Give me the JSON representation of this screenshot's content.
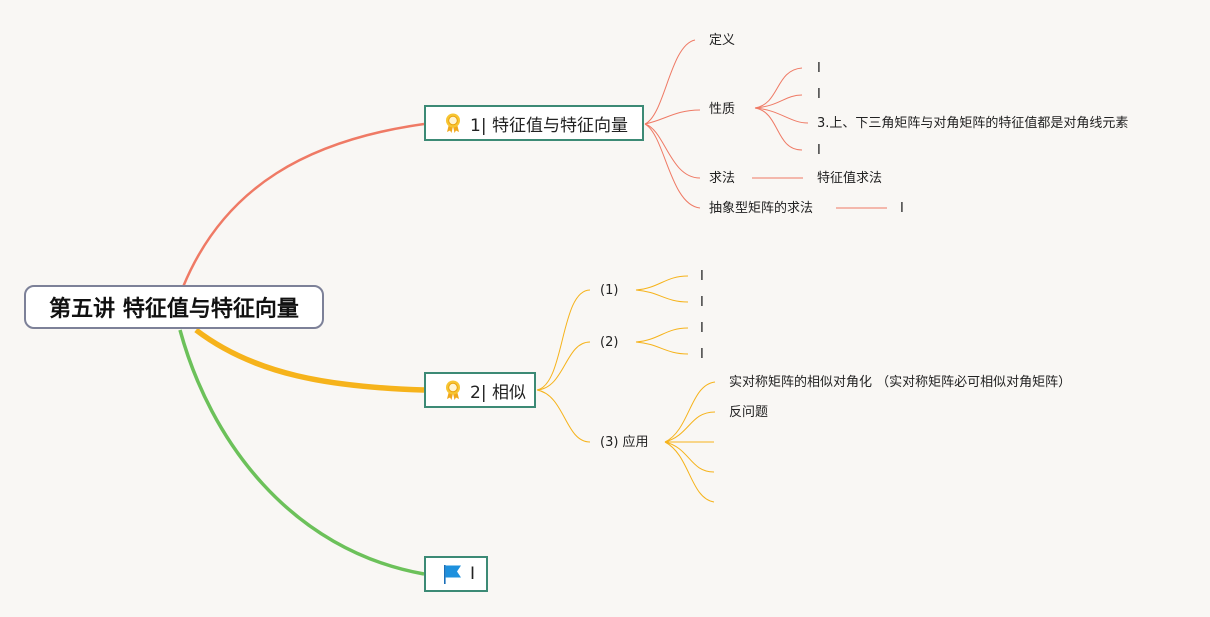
{
  "root": {
    "title": "第五讲 特征值与特征向量"
  },
  "branch1": {
    "label": "1| 特征值与特征向量",
    "icon": "award-ribbon-icon",
    "color": "#ef7a65",
    "children": {
      "definition": "定义",
      "properties": {
        "label": "性质",
        "items": [
          "I",
          "I",
          "3.上、下三角矩阵与对角矩阵的特征值都是对角线元素",
          "I"
        ]
      },
      "method": {
        "label": "求法",
        "child": "特征值求法"
      },
      "abstract": {
        "label": "抽象型矩阵的求法",
        "child": "I"
      }
    }
  },
  "branch2": {
    "label": "2| 相似",
    "icon": "award-ribbon-icon",
    "color": "#f6b31b",
    "children": {
      "sub1": {
        "label": "(1)",
        "items": [
          "I",
          "I"
        ]
      },
      "sub2": {
        "label": "(2)",
        "items": [
          "I",
          "I"
        ]
      },
      "sub3": {
        "label": "(3) 应用",
        "items": [
          "实对称矩阵的相似对角化 （实对称矩阵必可相似对角矩阵）",
          "反问题",
          "",
          "",
          ""
        ]
      }
    }
  },
  "branch3": {
    "label": "I",
    "icon": "blue-flag-icon",
    "color": "#6cc15a"
  }
}
